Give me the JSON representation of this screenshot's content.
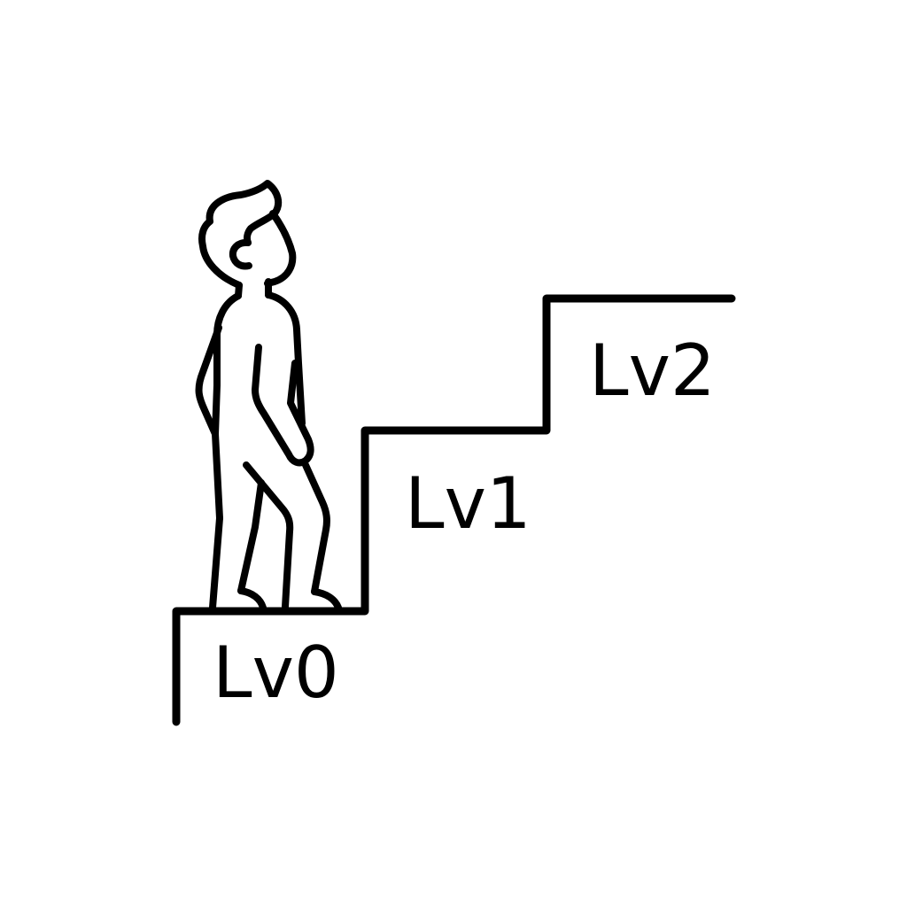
{
  "diagram": {
    "levels": [
      {
        "label": "Lv0"
      },
      {
        "label": "Lv1"
      },
      {
        "label": "Lv2"
      }
    ]
  },
  "colors": {
    "line": "#000000",
    "background": "#ffffff"
  },
  "icons": {
    "figure": "person-climbing-stairs-icon"
  }
}
